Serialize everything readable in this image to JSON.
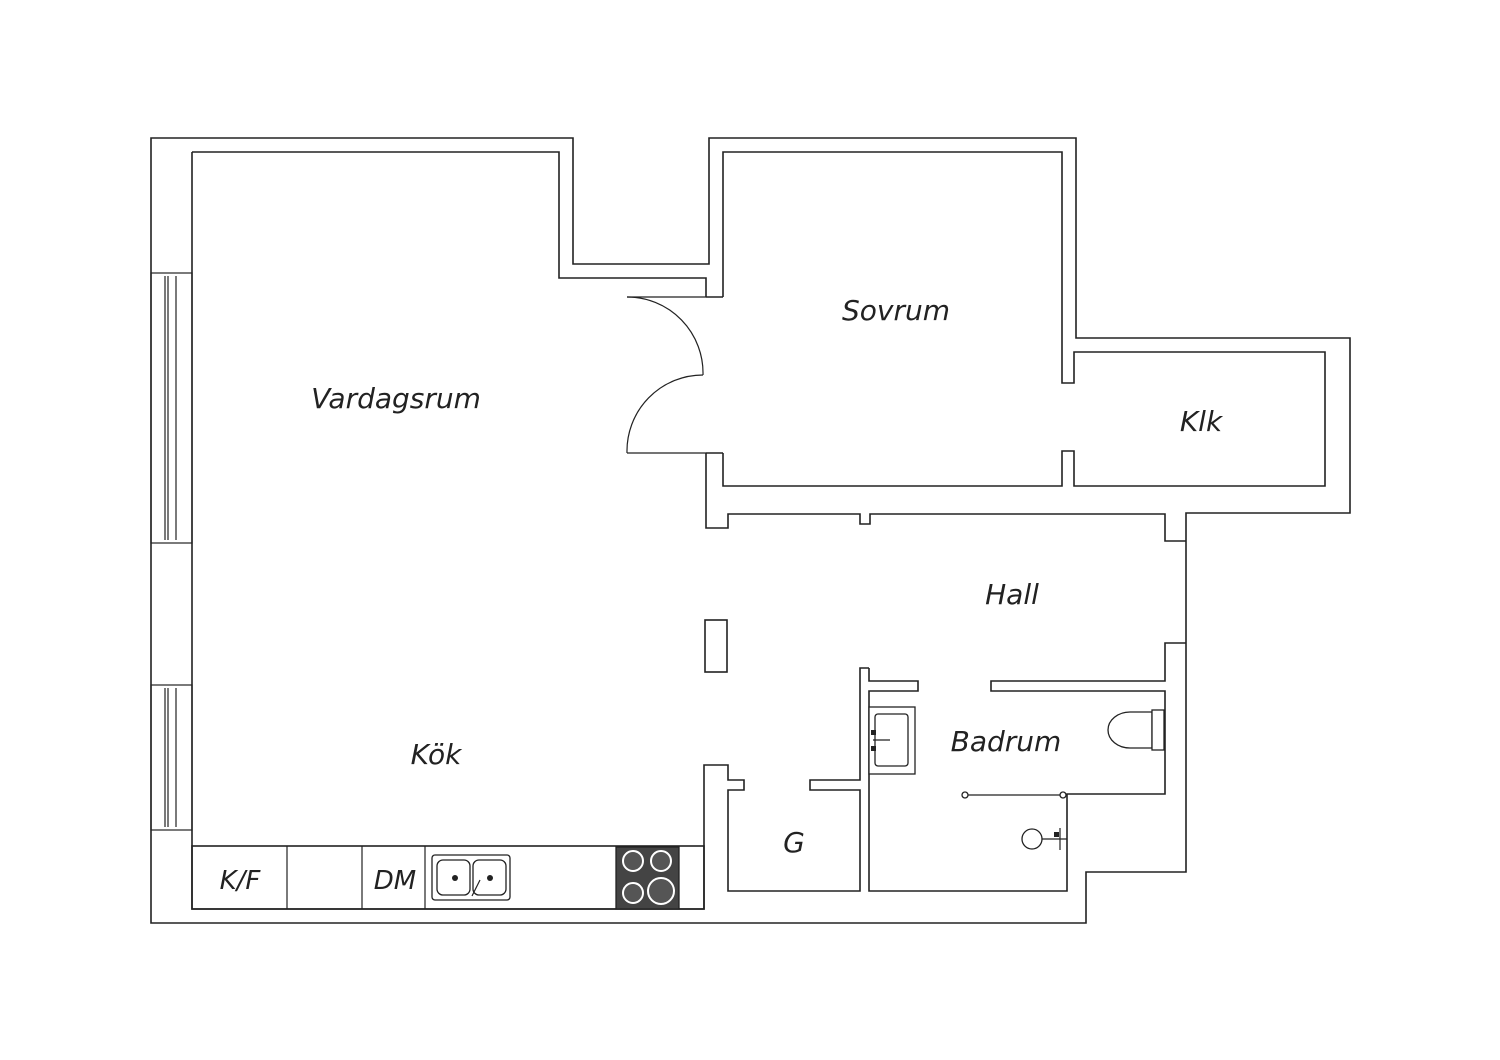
{
  "rooms": {
    "vardagsrum": "Vardagsrum",
    "sovrum": "Sovrum",
    "klk": "Klk",
    "hall": "Hall",
    "badrum": "Badrum",
    "kok": "Kök",
    "g": "G"
  },
  "cabinets": {
    "kf": "K/F",
    "dm": "DM"
  },
  "icons": {
    "sink": "kitchen-sink-icon",
    "stove": "stove-icon",
    "toilet": "toilet-icon",
    "basin": "wash-basin-icon",
    "shower": "shower-icon"
  },
  "colors": {
    "line": "#222222",
    "background": "#ffffff",
    "stove": "#444444"
  }
}
